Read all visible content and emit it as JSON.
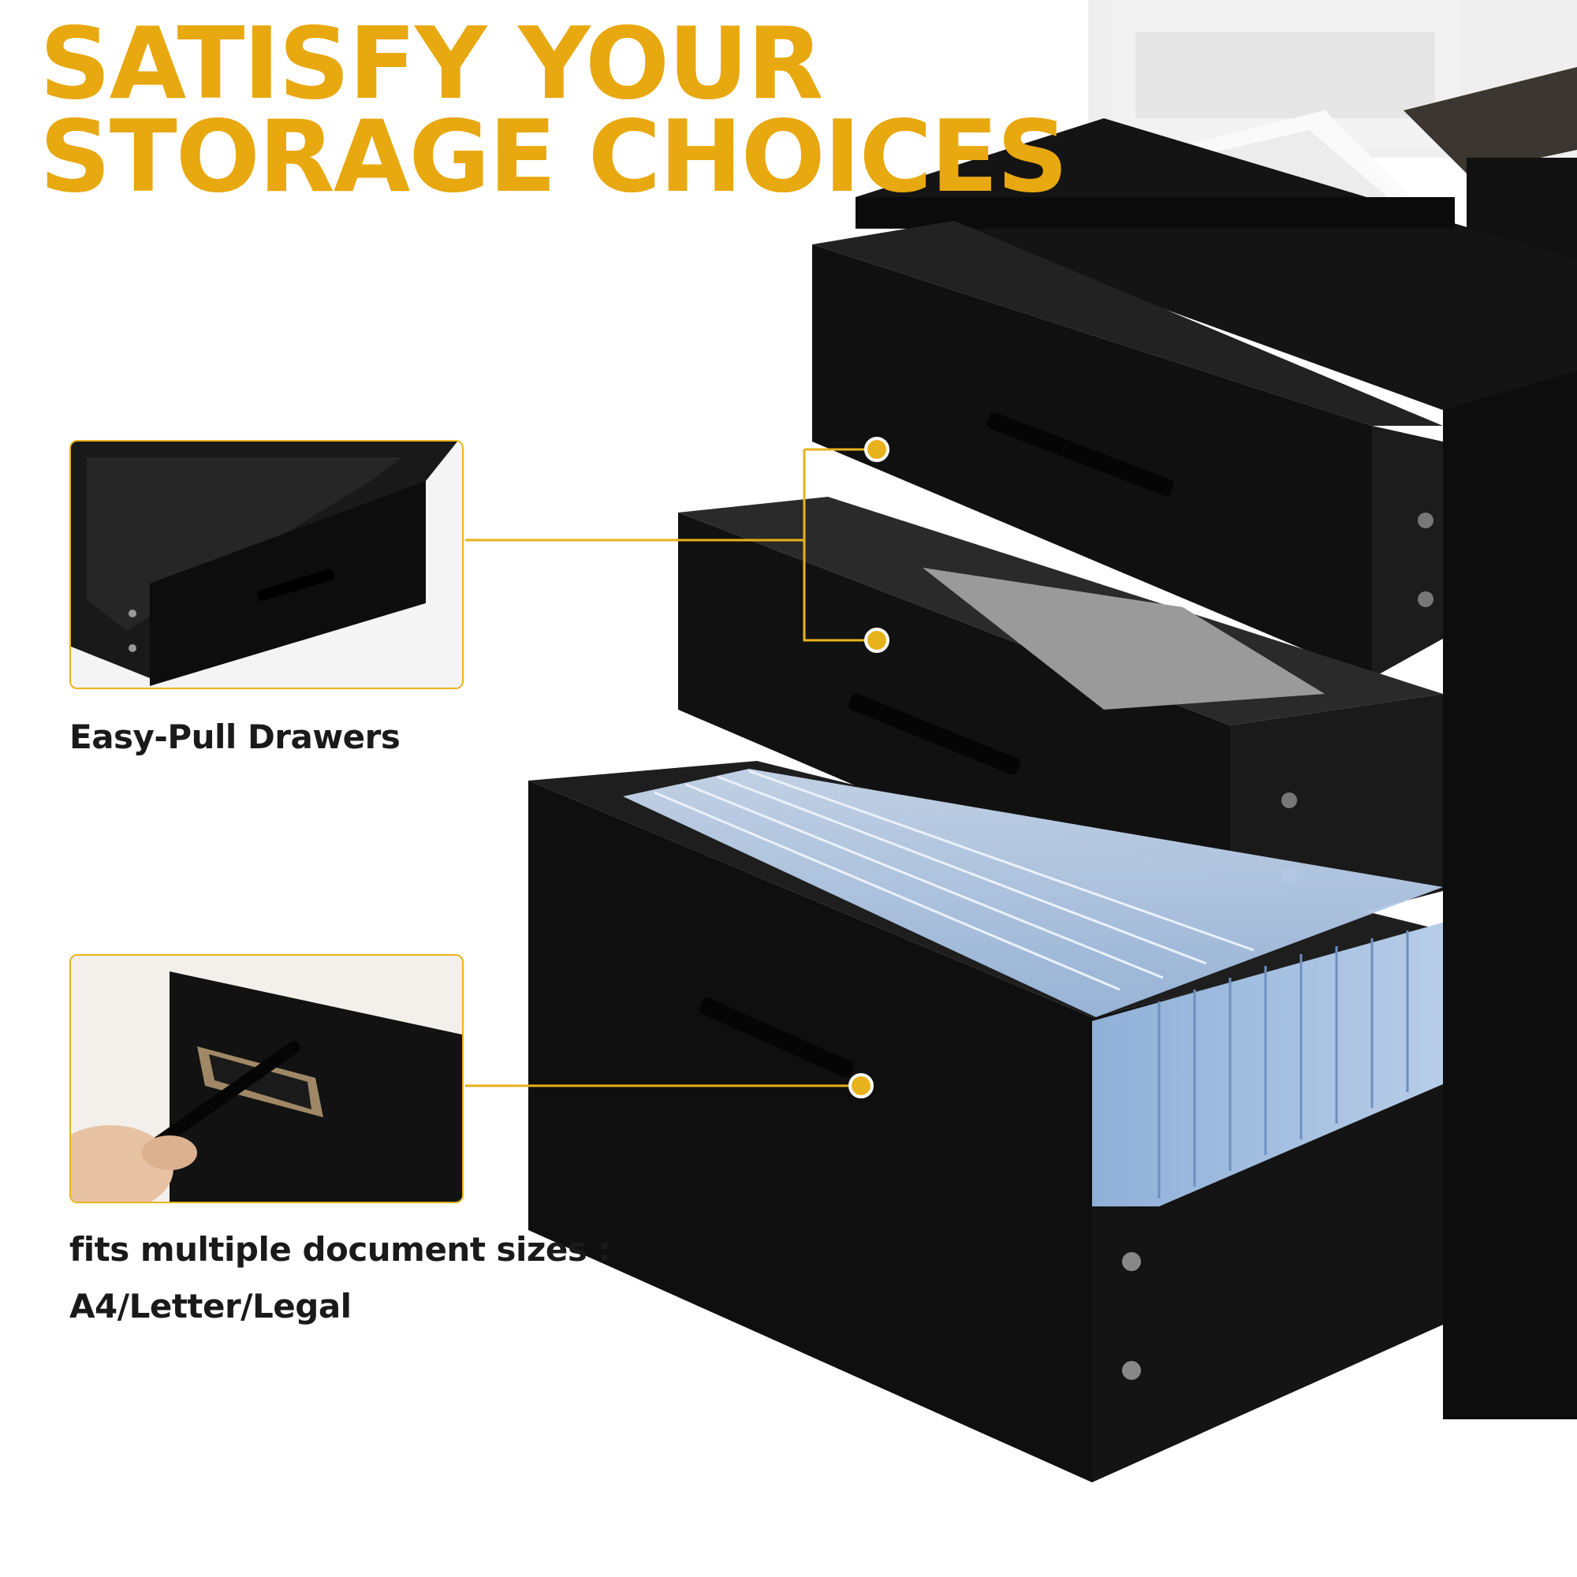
{
  "headline": {
    "line1": "SATISFY YOUR",
    "line2": "STORAGE CHOICES",
    "color": "#E8A80F"
  },
  "features": [
    {
      "label": "Easy-Pull Drawers"
    },
    {
      "label_line1": "fits multiple document sizes :",
      "label_line2": "A4/Letter/Legal"
    }
  ],
  "accent_color": "#E8B21C",
  "icons": [
    "callout-dot-icon"
  ]
}
